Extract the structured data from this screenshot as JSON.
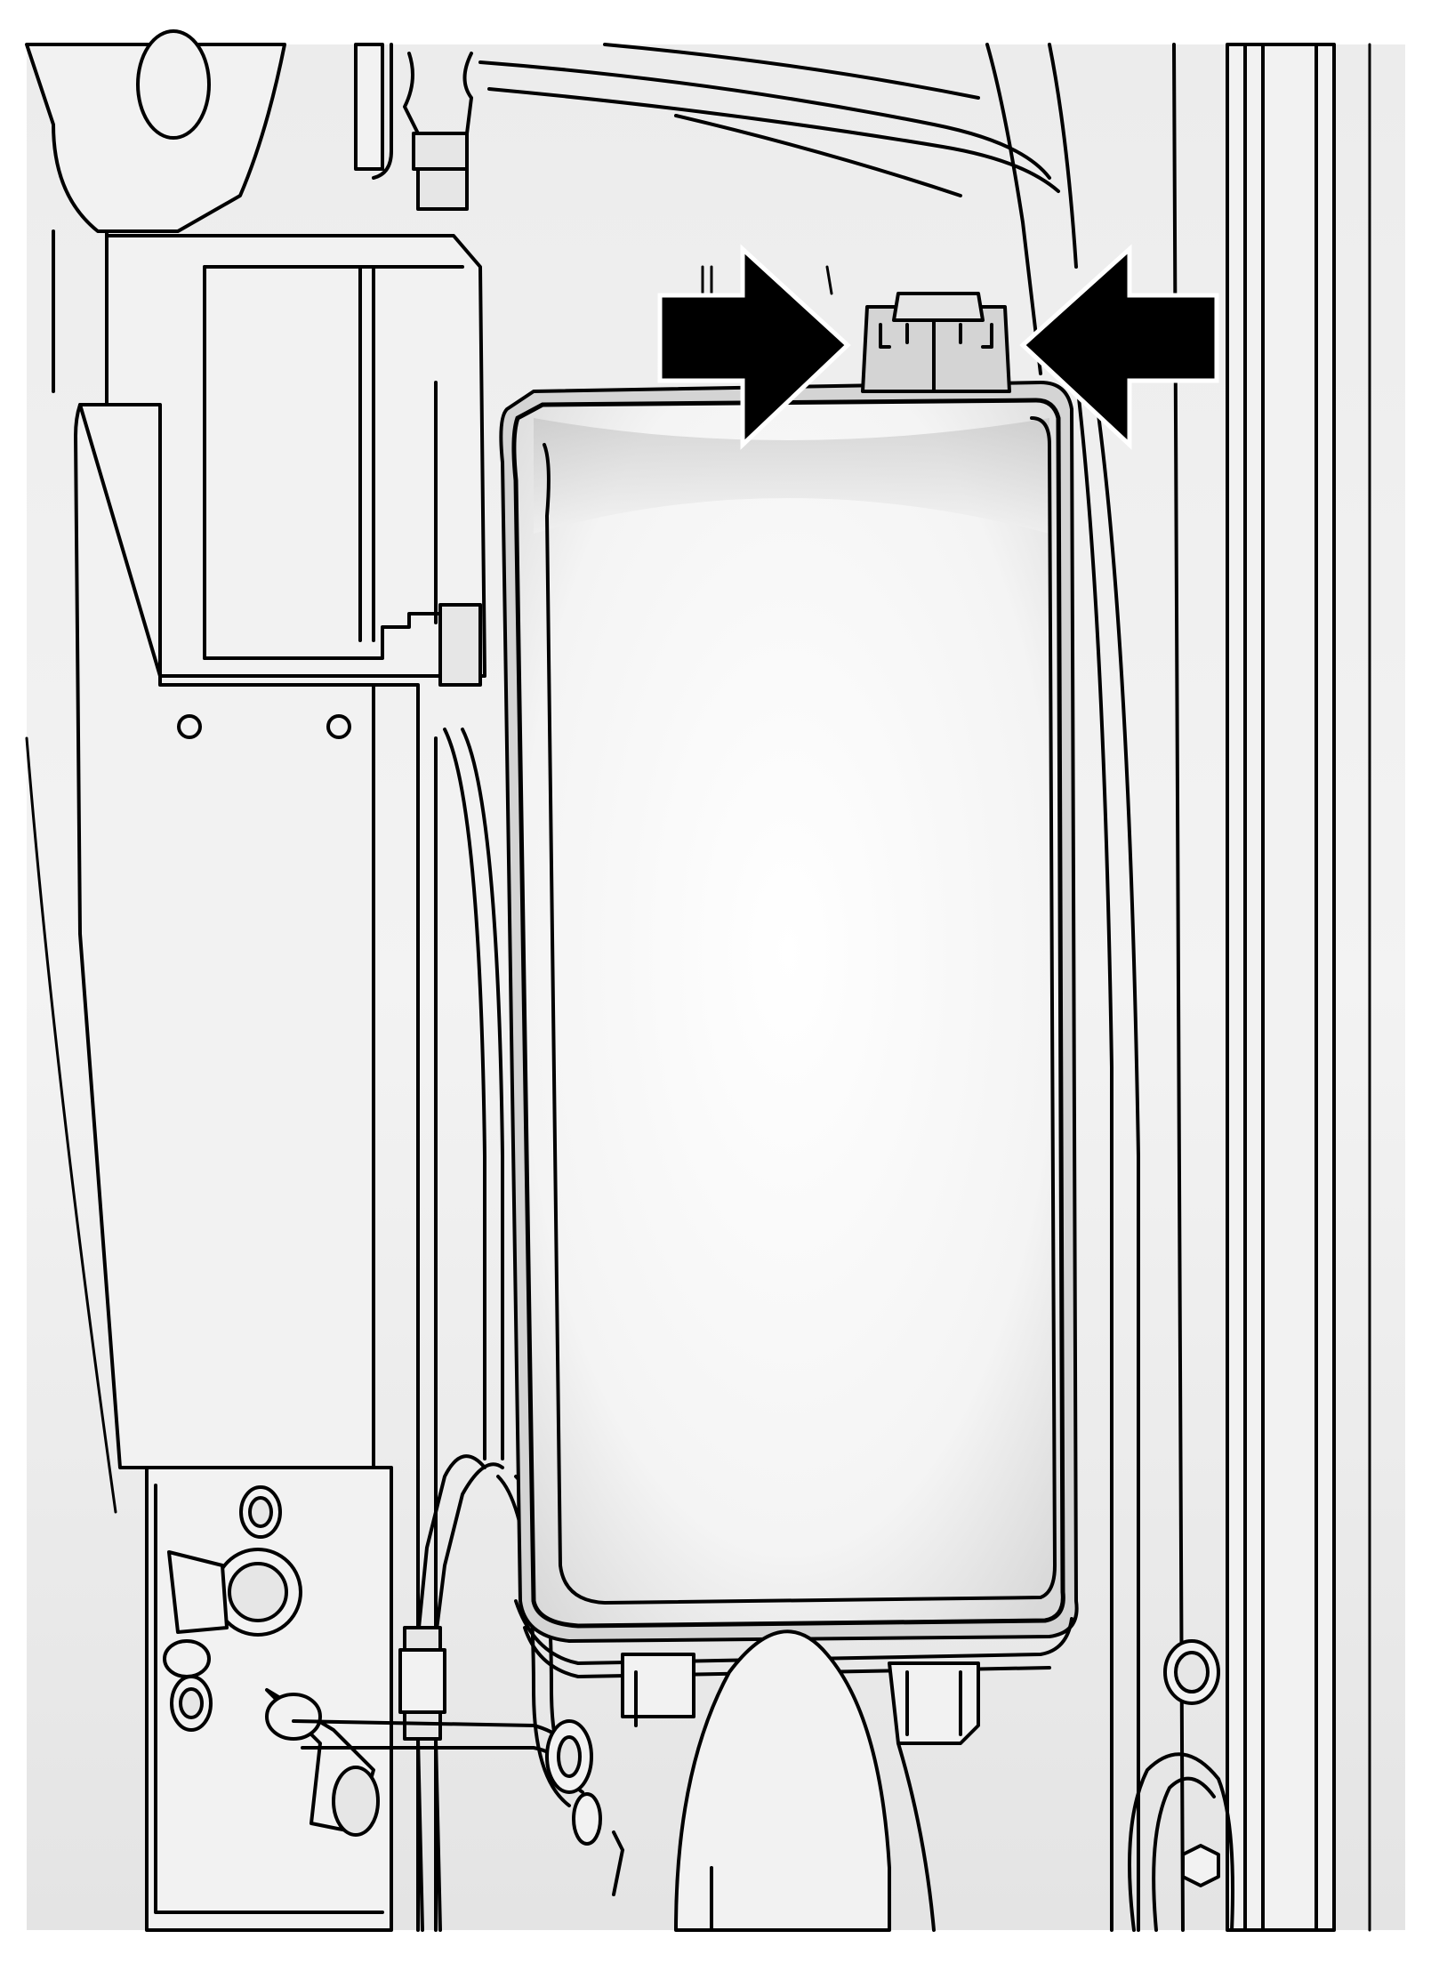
{
  "figure": {
    "type": "technical-line-illustration",
    "subject": "engine-compartment-fuse-block",
    "callouts": [
      {
        "name": "left-arrow",
        "direction": "right",
        "color": "#000000"
      },
      {
        "name": "right-arrow",
        "direction": "left",
        "color": "#000000"
      }
    ],
    "colors": {
      "background": "#ffffff",
      "line": "#000000",
      "panel": "#f2f2f2",
      "shade": "#d4d4d4"
    }
  }
}
